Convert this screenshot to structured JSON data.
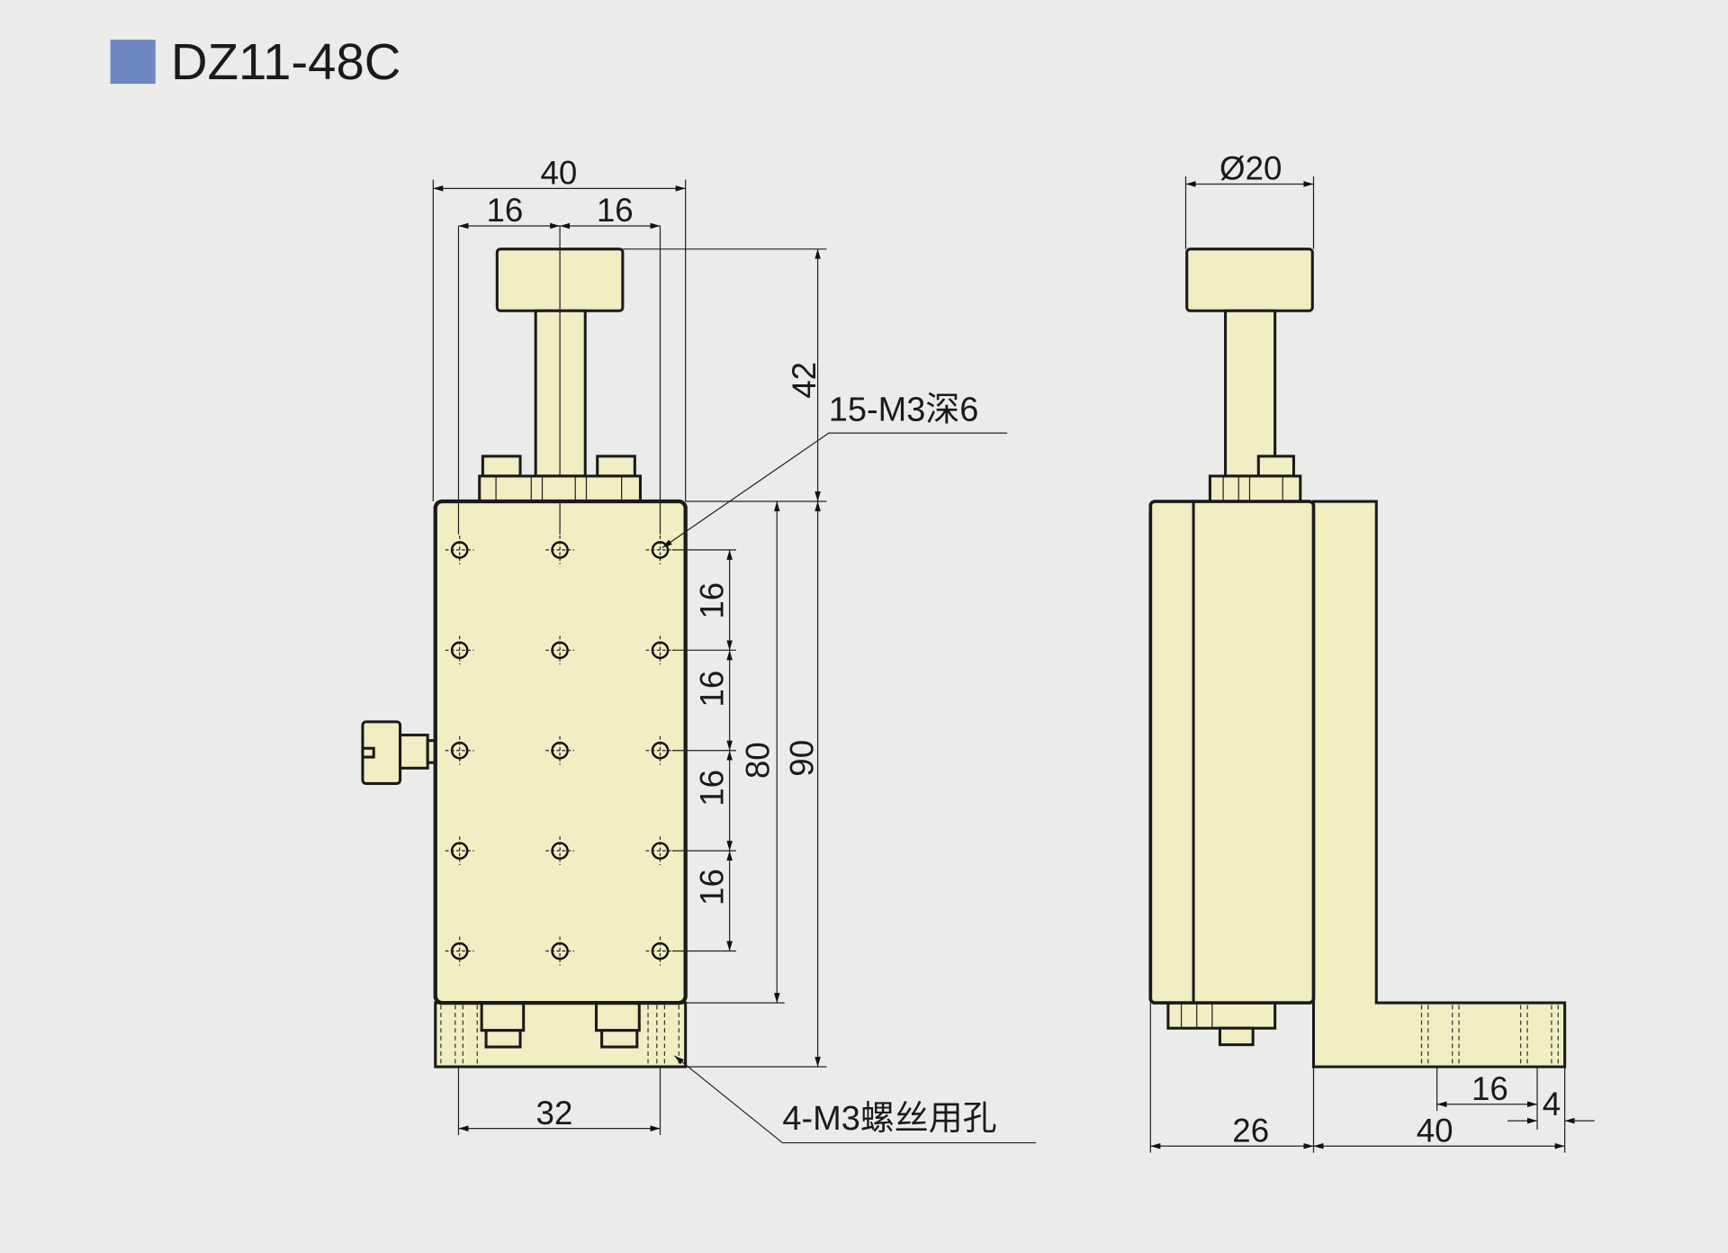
{
  "title": "DZ11-48C",
  "colors": {
    "title_square": "#6f88c4",
    "part_fill": "#f0eec2",
    "background": "#ebebea"
  },
  "front_view": {
    "dim_width": "40",
    "dim_hole_pitch_left": "16",
    "dim_hole_pitch_right": "16",
    "dim_knob_height": "42",
    "dim_total_height": "90",
    "dim_body_height": "80",
    "dim_vertical_pitches": [
      "16",
      "16",
      "16",
      "16"
    ],
    "dim_base_holes": "32",
    "note_top_holes": "15-M3深6",
    "note_base_holes": "4-M3螺丝用孔"
  },
  "side_view": {
    "dim_knob_diameter": "Ø20",
    "dim_body_depth": "26",
    "dim_bracket_length": "40",
    "dim_hole_spacing": "16",
    "dim_edge_offset": "4"
  }
}
